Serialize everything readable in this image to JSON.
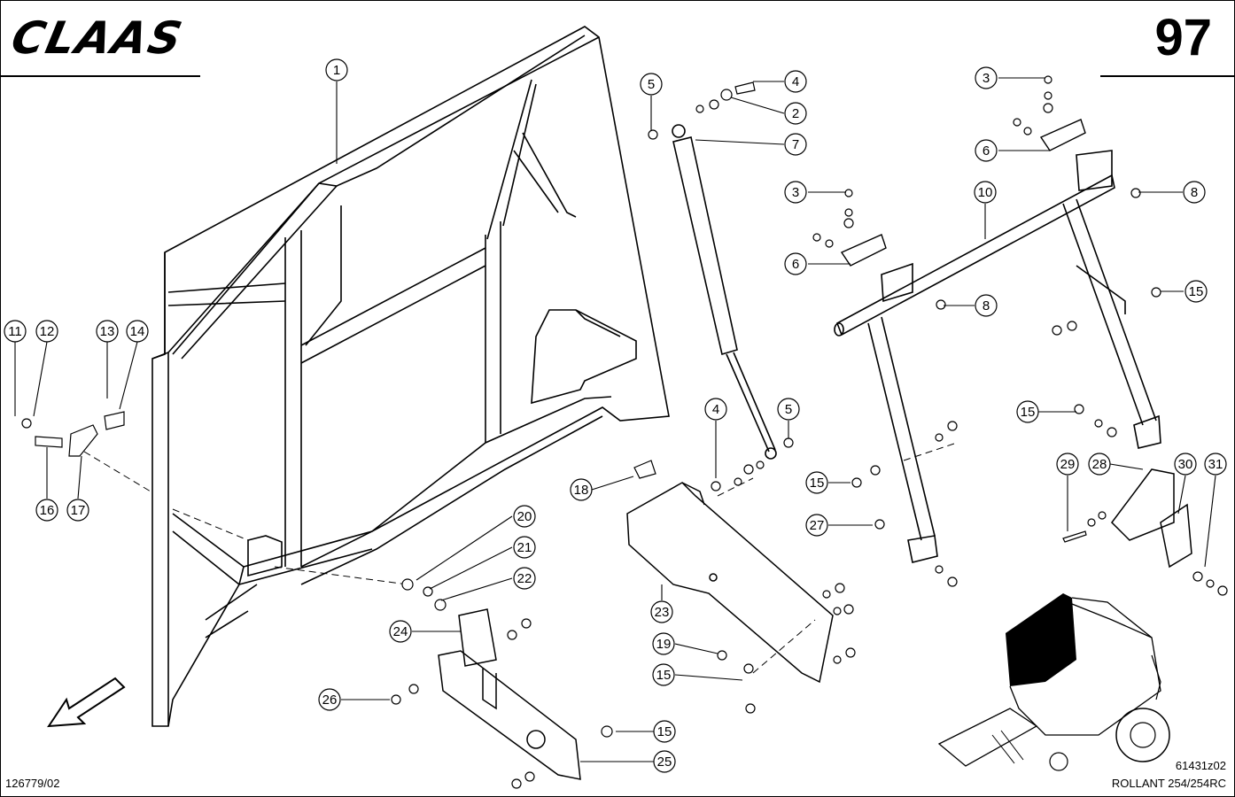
{
  "header": {
    "brand": "CLAAS",
    "page_number": "97"
  },
  "footer": {
    "doc_id": "126779/02",
    "figure_code": "61431z02",
    "model": "ROLLANT 254/254RC"
  },
  "callouts": [
    "1",
    "2",
    "3",
    "4",
    "5",
    "6",
    "7",
    "8",
    "10",
    "11",
    "12",
    "13",
    "14",
    "15",
    "16",
    "17",
    "18",
    "19",
    "20",
    "21",
    "22",
    "23",
    "24",
    "25",
    "26",
    "27",
    "28",
    "29",
    "30",
    "31"
  ]
}
